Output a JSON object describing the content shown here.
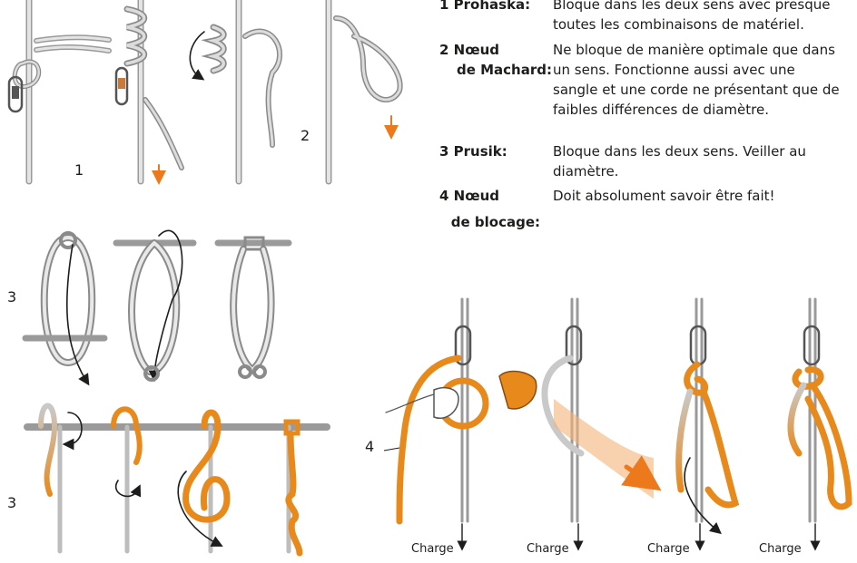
{
  "figure_numbers": [
    "1",
    "2",
    "3",
    "3",
    "4"
  ],
  "knots": [
    {
      "term_line1": "1 Prohaska:",
      "term_line2": "",
      "desc": "Bloque dans les deux sens avec presque toutes les combinaisons de matériel."
    },
    {
      "term_line1": "2 Nœud",
      "term_line2": "de Machard:",
      "desc": "Ne bloque de manière optimale que dans un sens. Fonctionne aussi avec une sangle et une corde ne présentant que de faibles différences de diamètre."
    },
    {
      "term_line1": "3 Prusik:",
      "term_line2": "",
      "desc": "Bloque dans les deux sens. Veiller au diamètre."
    },
    {
      "term_line1": "4 Nœud",
      "term_line2": "de blocage:",
      "desc": "Doit absolument savoir être fait!"
    }
  ],
  "charge_labels": [
    "Charge",
    "Charge",
    "Charge",
    "Charge"
  ],
  "icons": [
    "carabiner-icon",
    "hand-icon",
    "arrow-down-icon",
    "rotate-arrow-icon"
  ],
  "colors": {
    "rope_orange": "#e8891c",
    "rope_grey": "#c9c9c9",
    "arrow_orange": "#ec7a1c",
    "text": "#1d1d1b"
  }
}
